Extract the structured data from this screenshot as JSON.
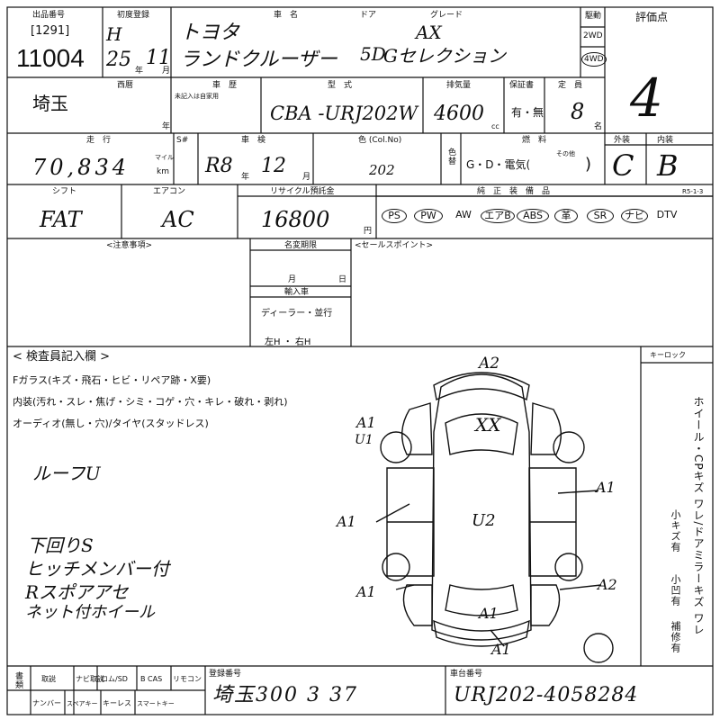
{
  "header": {
    "lot_label": "出品番号",
    "lot_bracket": "[1291]",
    "lot_no": "11004",
    "reg_label": "初度登録",
    "reg_era": "H",
    "reg_year": "25",
    "reg_month": "11",
    "year_unit": "年",
    "month_unit": "月",
    "car_name_label": "車　名",
    "maker": "トヨタ",
    "model": "ランドクルーザー",
    "door_label": "ドア",
    "doors": "5D",
    "grade_label": "グレード",
    "grade1": "AX",
    "grade2": "Gセレクション",
    "drive_label": "駆動",
    "drive_2wd": "2WD",
    "drive_4wd": "4WD",
    "score_label": "評価点",
    "score": "4"
  },
  "row2": {
    "region": "埼玉",
    "seiseki_label": "西暦",
    "year_unit": "年",
    "shaken_label": "車　歴",
    "shaken_note": "未記入は自家用",
    "type_label": "型　式",
    "type_value": "CBA -URJ202W",
    "cc_label": "排気量",
    "cc_value": "4600",
    "cc_unit": "cc",
    "warranty_label": "保証書",
    "warranty_value": "有・無",
    "cap_label": "定　員",
    "cap_value": "8",
    "cap_unit": "名"
  },
  "row3": {
    "mileage_label": "走　行",
    "mileage_value": "70,834",
    "mile_unit": "マイル",
    "km_unit": "km",
    "sprefix_label": "S#",
    "inspect_label": "車　検",
    "inspect_era": "R8",
    "inspect_month": "12",
    "inspect_year_unit": "年",
    "inspect_month_unit": "月",
    "color_label": "色 (Col.No)",
    "color_value": "202",
    "color_change": "色替",
    "fuel_label": "燃　料",
    "fuel_options": "G・D・電気(",
    "fuel_other": "その他",
    "fuel_close": ")",
    "exterior_label": "外装",
    "exterior_value": "C",
    "interior_label": "内装",
    "interior_value": "B"
  },
  "row4": {
    "shift_label": "シフト",
    "shift_value": "FAT",
    "ac_label": "エアコン",
    "ac_value": "AC",
    "recycle_label": "リサイクル預託金",
    "recycle_value": "16800",
    "yen_unit": "円",
    "equip_label": "純　正　装　備　品",
    "small_code": "R5-1-3",
    "equipment": [
      "PS",
      "PW",
      "AW",
      "エアB",
      "ABS",
      "革",
      "SR",
      "ナビ",
      "DTV"
    ]
  },
  "row5": {
    "notes_label": "<注意事項>",
    "name_change_label": "名変期限",
    "nc_month_unit": "月",
    "nc_day_unit": "日",
    "import_label": "輸入車",
    "dealer_label": "ディーラー・並行",
    "hand_label": "左H ・ 右H",
    "sales_label": "<セールスポイント>"
  },
  "inspector": {
    "title": "< 検査員記入欄 >",
    "line1": "Fガラス(キズ・飛石・ヒビ・リペア跡・X要)",
    "line2": "内装(汚れ・スレ・焦げ・シミ・コゲ・穴・キレ・破れ・剥れ)",
    "line3": "オーディオ(無し・穴)/タイヤ(スタッドレス)",
    "x_mark": "X",
    "note_roof": "ルーフU",
    "notes": [
      "下回りS",
      "ヒッチメンバー付",
      "Rスポアアセ",
      "ネット付ホイール"
    ]
  },
  "diagram": {
    "marks": [
      "A2",
      "A1",
      "U1",
      "XX",
      "A1",
      "A1",
      "U2",
      "A1",
      "A2",
      "A1",
      "A1"
    ]
  },
  "right_side": {
    "key_label": "キーロック",
    "vertical_main": "ホイール・CPキズ ワレ/ドアミラーキズ ワレ",
    "vertical_sub1": "小キズ有",
    "vertical_sub2": "小凹有",
    "vertical_tail": "補修有"
  },
  "footer": {
    "doc_label": "書類",
    "label_row1": [
      "取説",
      "ナビ取説",
      "ロム/SD",
      "B CAS",
      "リモコン"
    ],
    "label_row2": [
      "ナンバー",
      "スペアキー",
      "キーレス",
      "スマートキー"
    ],
    "plate_label": "登録番号",
    "plate_value": "埼玉300 3 37",
    "chassis_label": "車台番号",
    "chassis_value": "URJ202-4058284"
  }
}
